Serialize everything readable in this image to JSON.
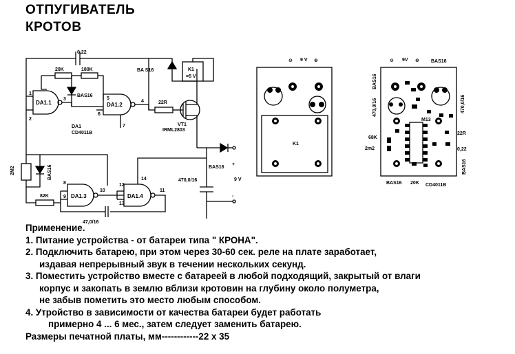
{
  "title": {
    "line1": "ОТПУГИВАТЕЛЬ",
    "line2": "КРОТОВ"
  },
  "schematic": {
    "c_top": "0,22",
    "r1": "20K",
    "r2": "180K",
    "d1": "BAS16",
    "d_relay": "BA S16",
    "relay_name": "K1",
    "relay_v": "=5 V",
    "r_gate": "22R",
    "vt_name": "VT1",
    "vt_part": "IRML2803",
    "da1_1": "DA1.1",
    "da1_2": "DA1.2",
    "da1_3": "DA1.3",
    "da1_4": "DA1.4",
    "da1": "DA1",
    "da1_part": "CD4011B",
    "pin1": "1",
    "pin2": "2",
    "pin3": "3",
    "pin4": "4",
    "pin5": "5",
    "pin6": "6",
    "pin7": "7",
    "pin8": "8",
    "pin9": "9",
    "pin10": "10",
    "pin11": "11",
    "pin12": "12",
    "pin13": "13",
    "pin14": "14",
    "r_2m2": "2M2",
    "d_bas16": "BAS16",
    "r_82k": "82K",
    "c_4716": "47,0/16",
    "d_pwr": "BAS16",
    "c_pwr": "470,0/16",
    "plus": "+",
    "minus": "-",
    "v9": "9 V"
  },
  "board_front": {
    "v9": "9 V",
    "minus": "⊖",
    "plus": "⊕",
    "relay": "K1"
  },
  "board_back": {
    "minus": "⊖",
    "plus": "⊕",
    "v9": "9V",
    "bas16_a": "BAS16",
    "bas16_b": "BAS16",
    "bas16_c": "BAS16",
    "bas16_d": "BAS16",
    "c470": "470,0/16",
    "c470b": "470,0/16",
    "m13": "M13",
    "r68k": "68K",
    "r22r": "22R",
    "c022": "0,22",
    "c2m2": "2m2",
    "r20k": "20K",
    "chip": "CD4011B"
  },
  "notes": {
    "heading": "Применение.",
    "l1": "1. Питание устройства - от батареи типа \" КРОНА\".",
    "l2a": "2. Подключить батарею, при этом через 30-60 сек. реле на плате заработает,",
    "l2b": "издавая непрерывный звук в течении нескольких секунд.",
    "l3a": "3. Поместить устройство вместе с батареей в любой подходящий, закрытый от влаги",
    "l3b": "корпус и закопать в землю вблизи кротовин на глубину около полуметра,",
    "l3c": "не забыв пометить это место любым способом.",
    "l4a": "4. Утройство в зависимости от качества батареи будет работать",
    "l4b": "примерно 4 ... 6 мес., затем следует заменить батарею.",
    "size": "Размеры печатной платы, мм------------22 x 35"
  }
}
